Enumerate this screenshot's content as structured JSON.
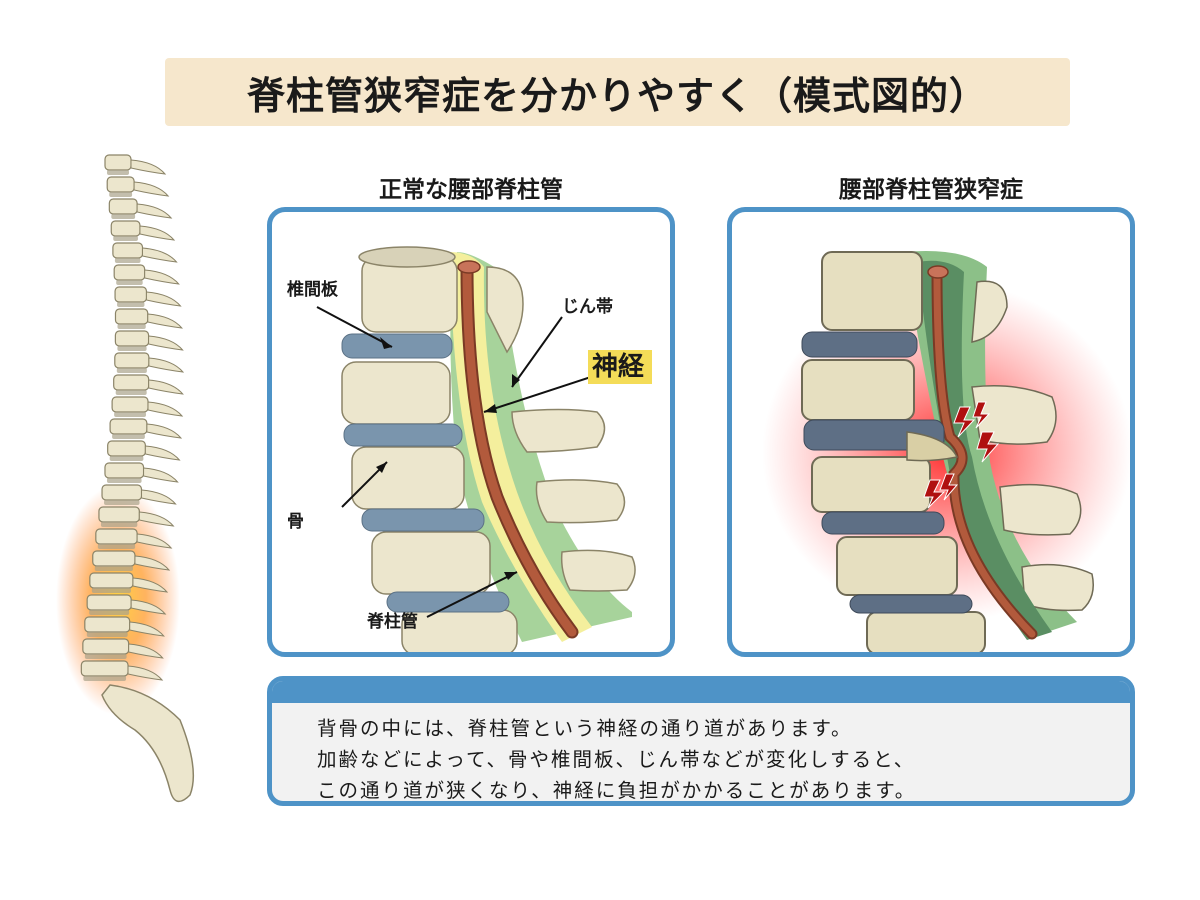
{
  "title": "脊柱管狭窄症を分かりやすく（模式図的）",
  "panels": {
    "normal": {
      "title": "正常な腰部脊柱管",
      "labels": {
        "disc": "椎間板",
        "ligament": "じん帯",
        "nerve": "神経",
        "bone": "骨",
        "canal": "脊柱管"
      }
    },
    "stenosis": {
      "title": "腰部脊柱管狭窄症"
    }
  },
  "description": {
    "lines": [
      "背骨の中には、脊柱管という神経の通り道があります。",
      "加齢などによって、骨や椎間板、じん帯などが変化しすると、",
      "この通り道が狭くなり、神経に負担がかかることがあります。"
    ]
  },
  "colors": {
    "panel_border": "#4e93c7",
    "title_band": "#f6e7cc",
    "bone": "#ece6cd",
    "disc": "#7a95ad",
    "ligament": "#a7d39b",
    "canal_fluid": "#f4ef9d",
    "nerve": "#b25a3c",
    "pain_glow": "#ff2020",
    "nerve_highlight": "#f4dc58"
  }
}
